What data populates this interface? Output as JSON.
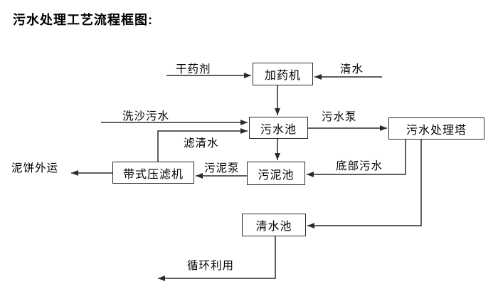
{
  "page": {
    "title": "污水处理工艺流程框图:"
  },
  "colors": {
    "background": "#ffffff",
    "line": "#2b2b2b",
    "text": "#000000"
  },
  "diagram": {
    "nodes": {
      "dosing_machine": "加药机",
      "sewage_pool": "污水池",
      "treatment_tower": "污水处理塔",
      "sludge_pool": "污泥池",
      "belt_filter_press": "带式压滤机",
      "clean_water_pool": "清水池"
    },
    "labels": {
      "dry_agent": "干药剂",
      "clean_water": "清水",
      "sand_washing_sewage": "洗沙污水",
      "filtered_water": "滤清水",
      "sewage_pump": "污水泵",
      "bottom_sewage": "底部污水",
      "sludge_pump": "污泥泵",
      "mud_cake_out": "泥饼外运",
      "recycle": "循环利用"
    },
    "flows": [
      {
        "from": "干药剂",
        "to": "加药机",
        "label": ""
      },
      {
        "from": "清水",
        "to": "加药机",
        "label": ""
      },
      {
        "from": "加药机",
        "to": "污水池",
        "label": ""
      },
      {
        "from": "洗沙污水",
        "to": "污水池",
        "label": ""
      },
      {
        "from": "带式压滤机",
        "to": "污水池",
        "label": "滤清水"
      },
      {
        "from": "污水池",
        "to": "污水处理塔",
        "label": "污水泵"
      },
      {
        "from": "污水池",
        "to": "污泥池",
        "label": ""
      },
      {
        "from": "污水处理塔",
        "to": "污泥池",
        "label": "底部污水"
      },
      {
        "from": "污泥池",
        "to": "带式压滤机",
        "label": "污泥泵"
      },
      {
        "from": "带式压滤机",
        "to": "泥饼外运",
        "label": ""
      },
      {
        "from": "污水处理塔",
        "to": "清水池",
        "label": ""
      },
      {
        "from": "清水池",
        "to": "循环利用",
        "label": ""
      }
    ]
  }
}
